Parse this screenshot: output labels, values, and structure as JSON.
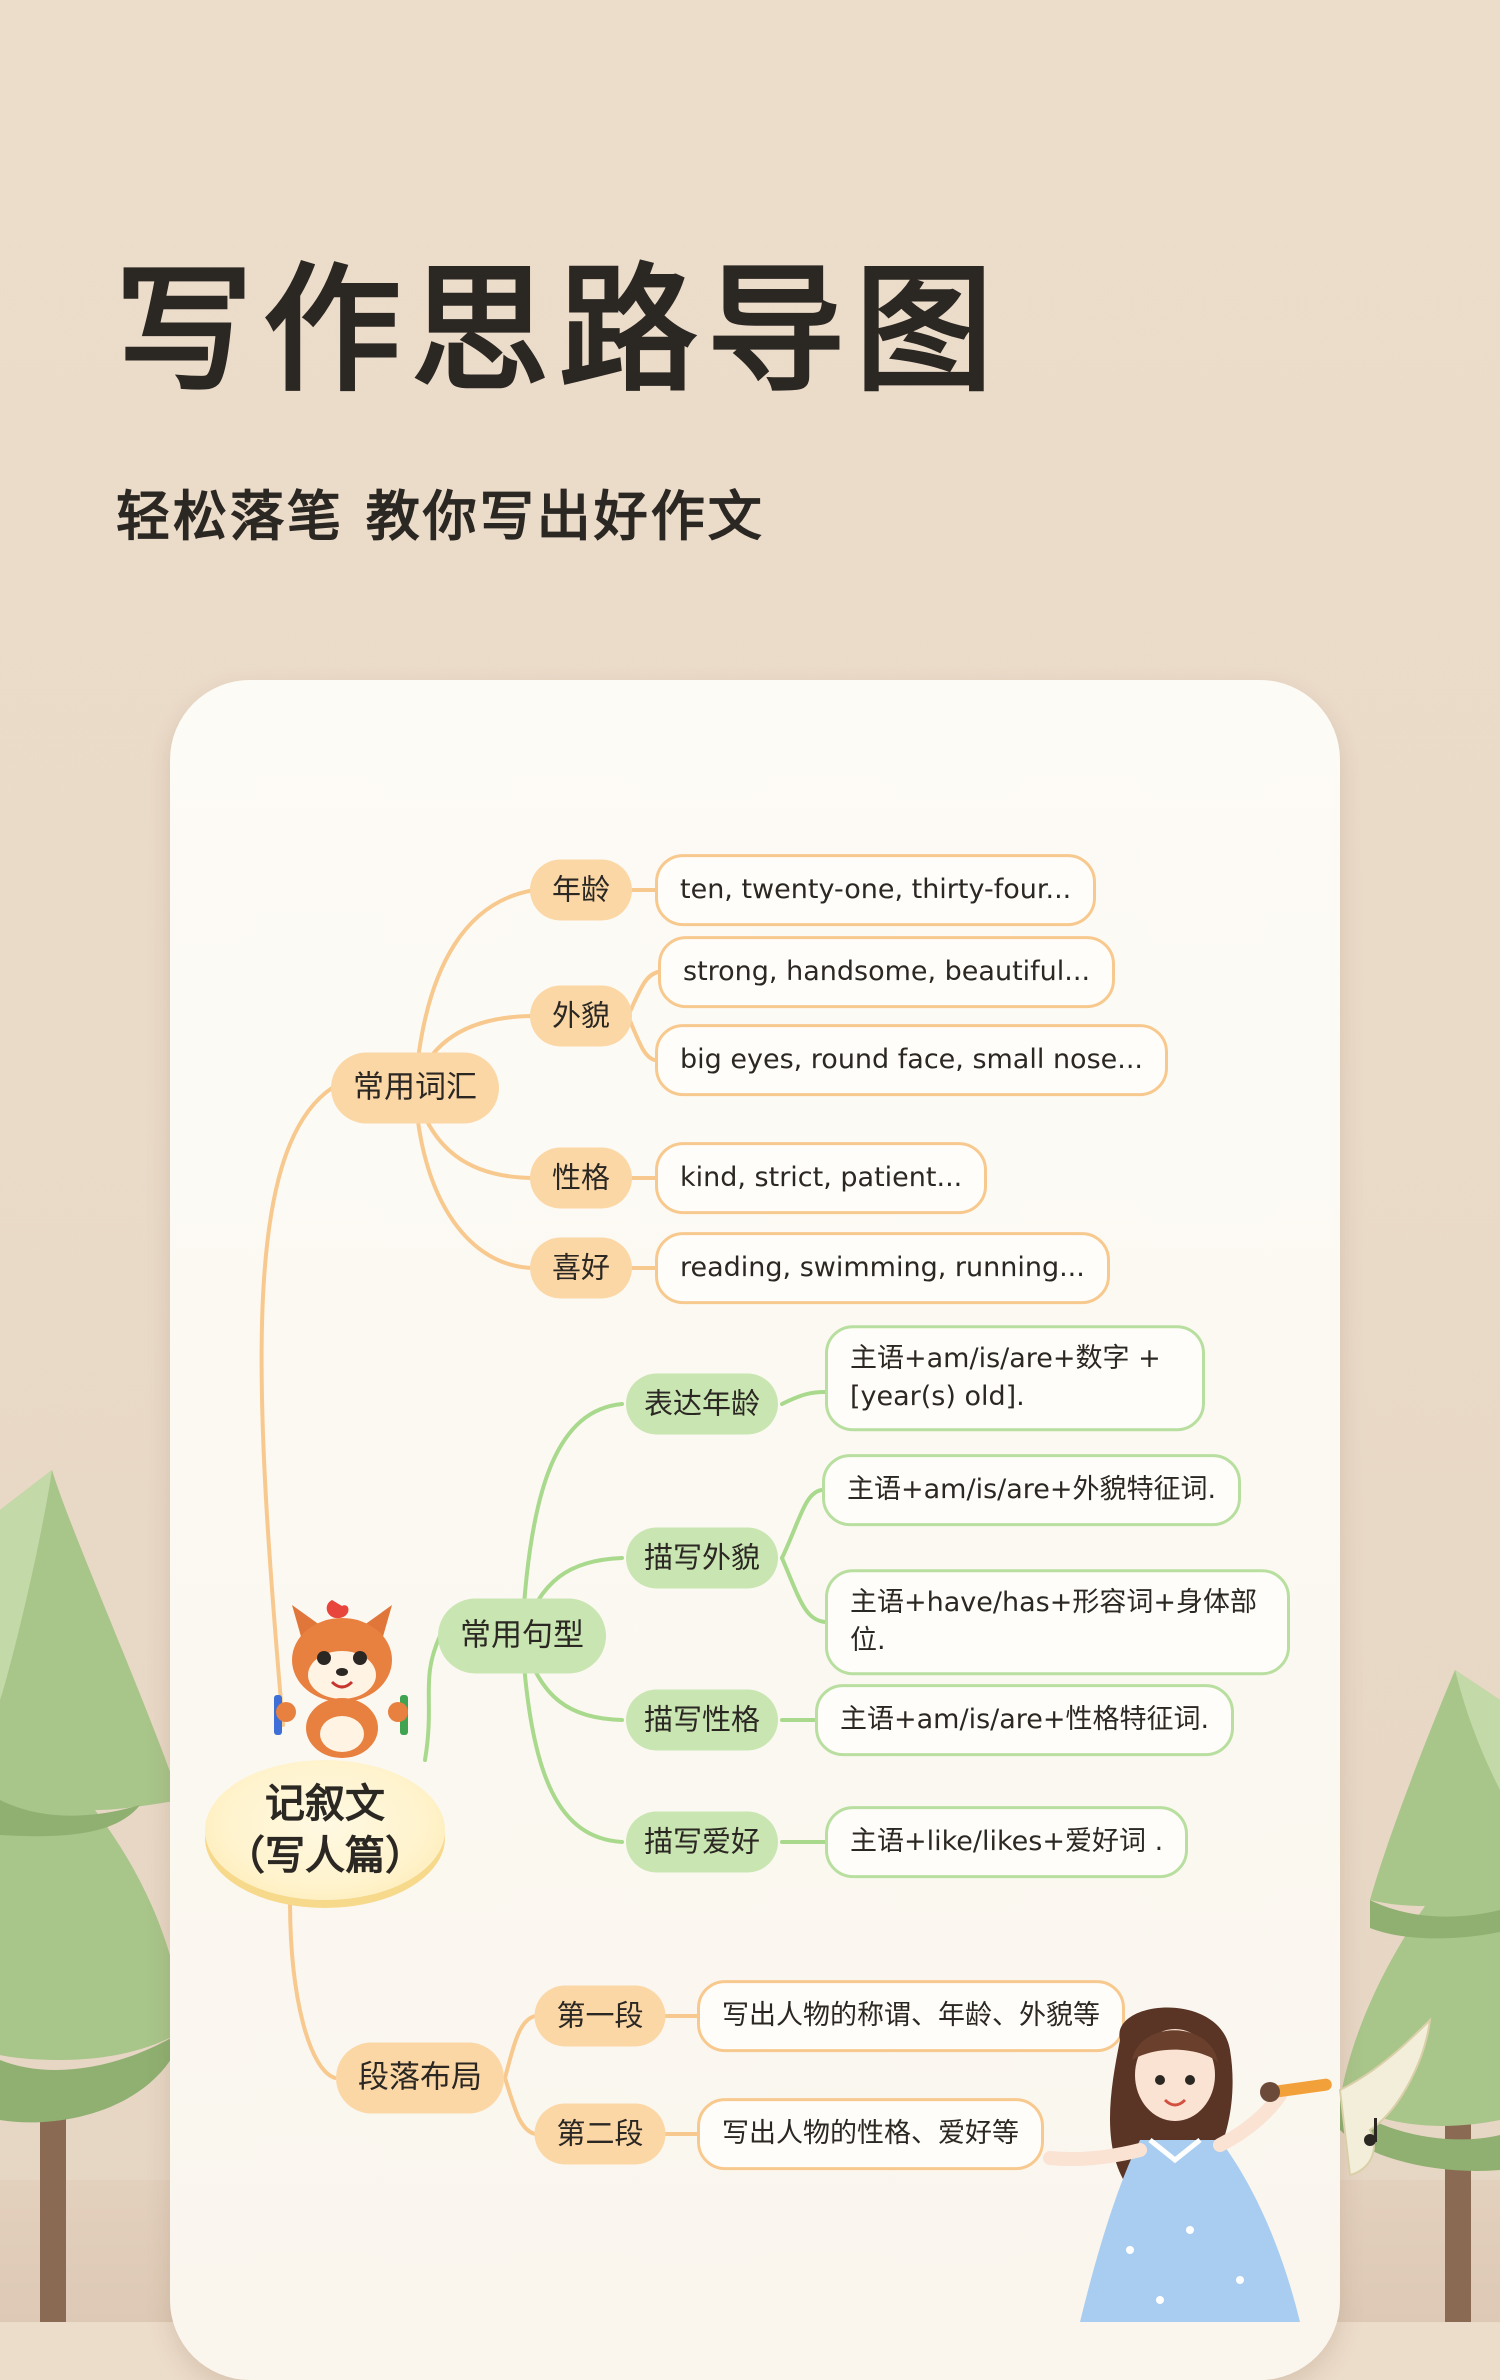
{
  "header": {
    "title": "写作思路导图",
    "subtitle": "轻松落笔 教你写出好作文"
  },
  "mindmap": {
    "root": {
      "line1": "记叙文",
      "line2": "（写人篇）"
    },
    "branches": [
      {
        "label": "常用词汇",
        "children": [
          {
            "label": "年龄",
            "leaves": [
              "ten, twenty-one, thirty-four..."
            ]
          },
          {
            "label": "外貌",
            "leaves": [
              "strong, handsome, beautiful...",
              "big eyes, round face, small nose..."
            ]
          },
          {
            "label": "性格",
            "leaves": [
              "kind, strict, patient..."
            ]
          },
          {
            "label": "喜好",
            "leaves": [
              "reading, swimming, running..."
            ]
          }
        ]
      },
      {
        "label": "常用句型",
        "children": [
          {
            "label": "表达年龄",
            "leaves": [
              "主语+am/is/are+数字 + [year(s) old]."
            ]
          },
          {
            "label": "描写外貌",
            "leaves": [
              "主语+am/is/are+外貌特征词.",
              "主语+have/has+形容词+身体部位."
            ]
          },
          {
            "label": "描写性格",
            "leaves": [
              "主语+am/is/are+性格特征词."
            ]
          },
          {
            "label": "描写爱好",
            "leaves": [
              "主语+like/likes+爱好词 ."
            ]
          }
        ]
      },
      {
        "label": "段落布局",
        "children": [
          {
            "label": "第一段",
            "leaves": [
              "写出人物的称谓、年龄、外貌等"
            ]
          },
          {
            "label": "第二段",
            "leaves": [
              "写出人物的性格、爱好等"
            ]
          }
        ]
      }
    ]
  },
  "colors": {
    "orange_branch": "#f8c98e",
    "orange_node": "#fcd7a6",
    "green_branch": "#a9d98c",
    "green_node": "#c9e6b2",
    "title_text": "#2b2723",
    "background": "#ecdcca"
  },
  "icons": [
    "fox-mascot-icon",
    "girl-singer-icon",
    "tree-icon"
  ]
}
